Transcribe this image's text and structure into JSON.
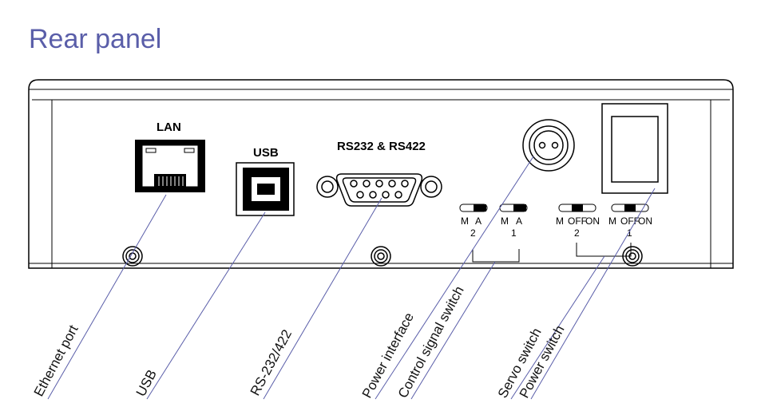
{
  "title": "Rear panel",
  "ports": {
    "lan": "LAN",
    "usb": "USB",
    "serial": "RS232 & RS422"
  },
  "control_switches": {
    "a": {
      "m": "M",
      "a": "A",
      "num": "2"
    },
    "b": {
      "m": "M",
      "a": "A",
      "num": "1"
    }
  },
  "servo_switches": {
    "a": {
      "m": "M",
      "off": "OFF",
      "on": "ON",
      "num": "2"
    },
    "b": {
      "m": "M",
      "off": "OFF",
      "on": "ON",
      "num": "1"
    }
  },
  "callouts": {
    "ethernet": "Ethernet port",
    "usb": "USB",
    "rs": "RS-232/422",
    "power_interface": "Power interface",
    "control_signal": "Control signal switch",
    "servo": "Servo switch",
    "power_switch": "Power switch"
  },
  "colors": {
    "title": "#5a5ea9",
    "leader": "#5a5ea9",
    "outline": "#000000"
  }
}
